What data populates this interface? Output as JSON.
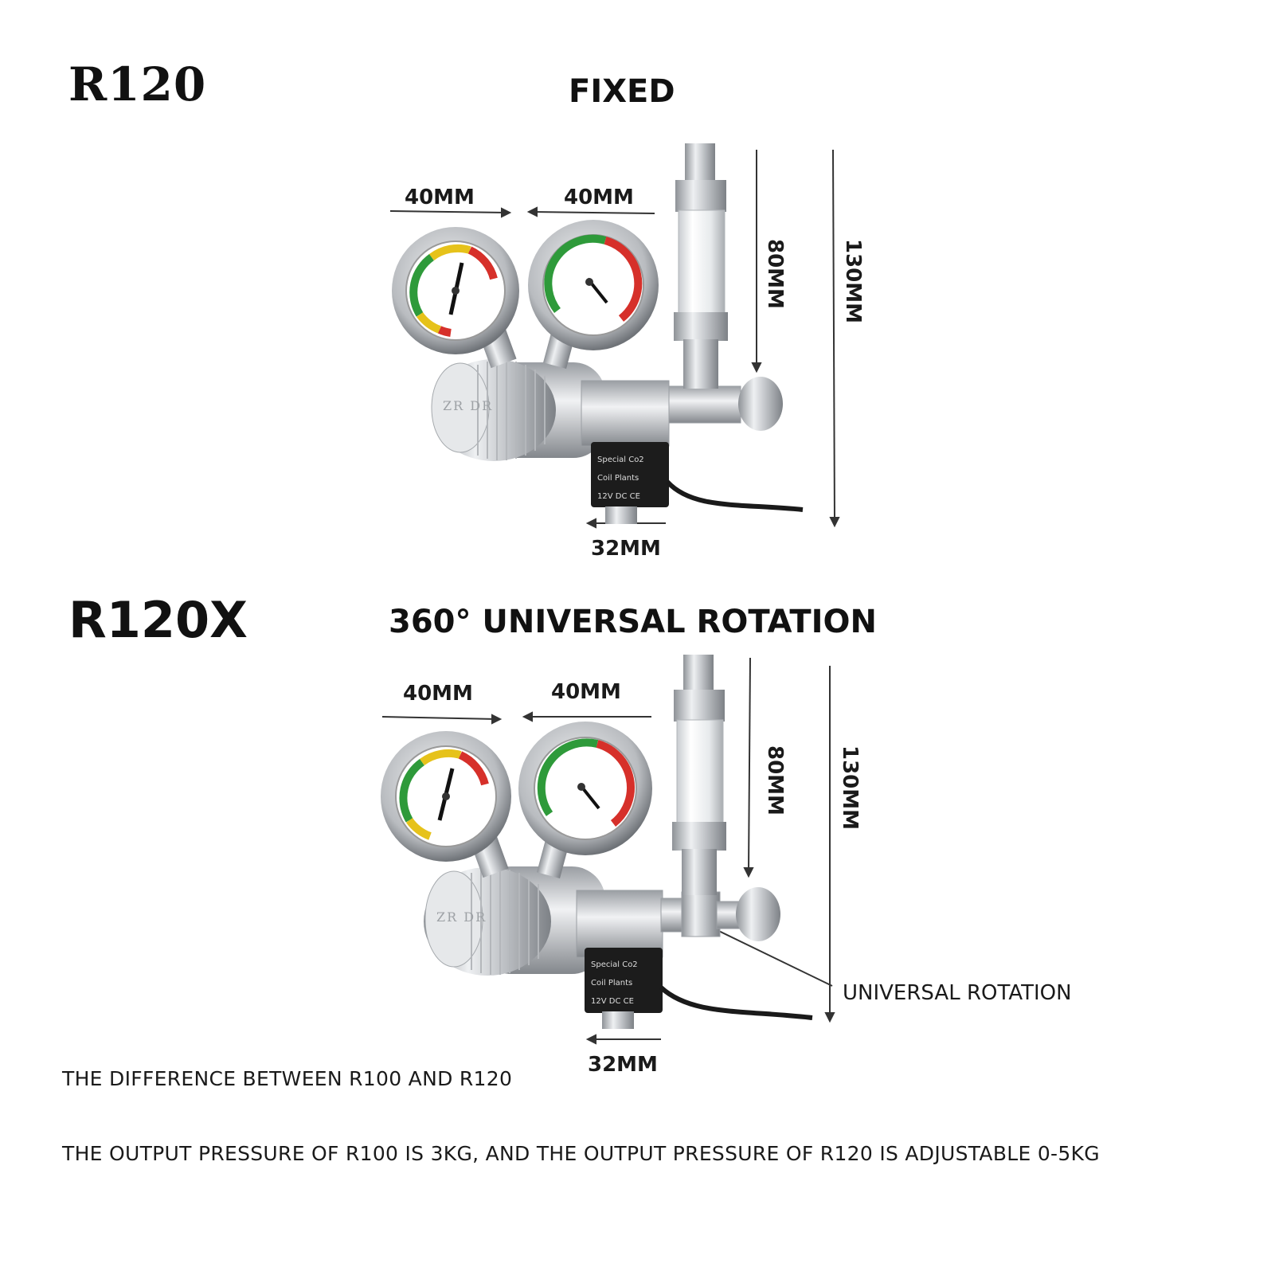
{
  "top": {
    "model": "R120",
    "heading": "FIXED",
    "dims": {
      "gauge_left": "40MM",
      "gauge_right": "40MM",
      "tube_height": "80MM",
      "total_height": "130MM",
      "valve_width": "32MM"
    }
  },
  "bottom": {
    "model": "R120X",
    "heading": "360° UNIVERSAL ROTATION",
    "dims": {
      "gauge_left": "40MM",
      "gauge_right": "40MM",
      "tube_height": "80MM",
      "total_height": "130MM",
      "valve_width": "32MM"
    },
    "callout": "UNIVERSAL ROTATION"
  },
  "solenoid_label": {
    "line1": "Special Co2",
    "line2": "Coil Plants",
    "line3": "12V  DC CE"
  },
  "knob_brand": "ZR DR",
  "notes": [
    "THE DIFFERENCE BETWEEN R100 AND R120",
    "THE OUTPUT PRESSURE OF R100 IS 3KG, AND THE OUTPUT PRESSURE OF R120 IS ADJUSTABLE 0-5KG"
  ],
  "colors": {
    "gauge_green": "#2e9a3a",
    "gauge_yellow": "#e6c21a",
    "gauge_red": "#d6302a",
    "chrome": "#c9ccd0",
    "solenoid": "#1c1c1c"
  }
}
